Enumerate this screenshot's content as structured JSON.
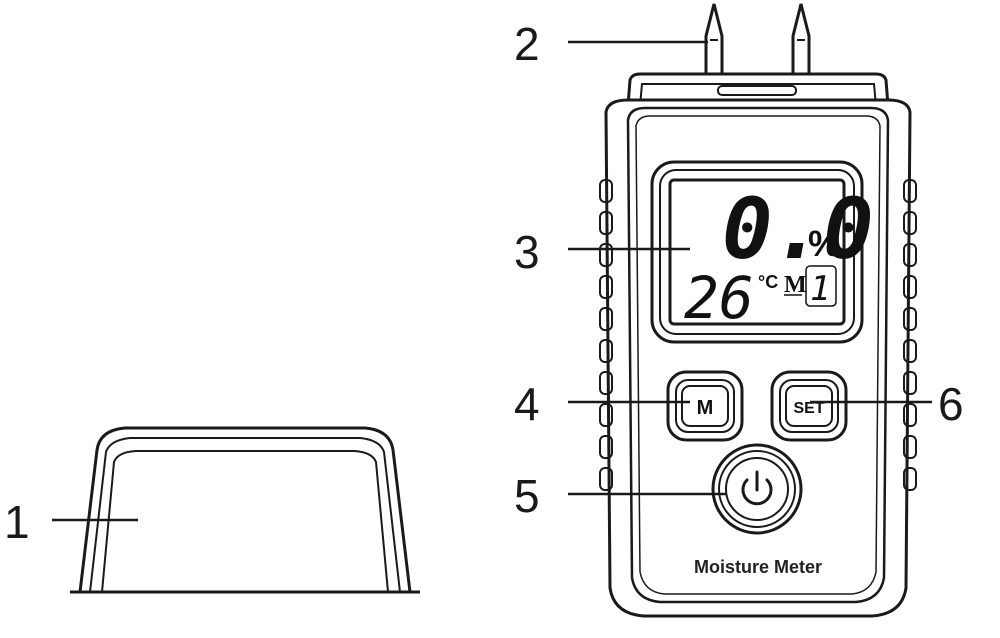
{
  "callouts": {
    "cap": "1",
    "pins": "2",
    "display": "3",
    "mode_button": "4",
    "power_button": "5",
    "set_button": "6"
  },
  "display": {
    "reading": "0.0",
    "reading_unit": "%",
    "temperature": "26",
    "temperature_unit": "°C",
    "mode_symbol": "M",
    "mode_number": "1"
  },
  "buttons": {
    "mode_label": "M",
    "set_label": "SET"
  },
  "device": {
    "name": "Moisture Meter"
  },
  "icons": {
    "power": "power-icon"
  }
}
